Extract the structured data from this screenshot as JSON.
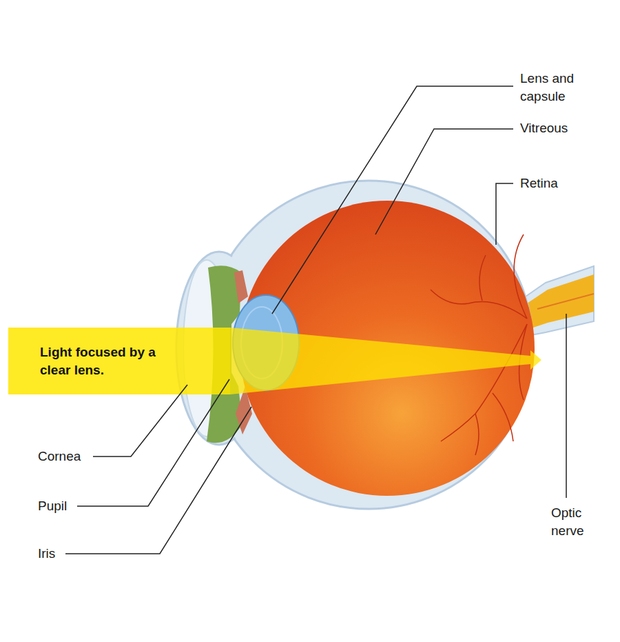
{
  "diagram": {
    "labels": [
      "Lens and capsule",
      "Vitreous",
      "Retina",
      "Light focused by a clear lens.",
      "Cornea",
      "Pupil",
      "Iris",
      "Optic nerve"
    ]
  }
}
